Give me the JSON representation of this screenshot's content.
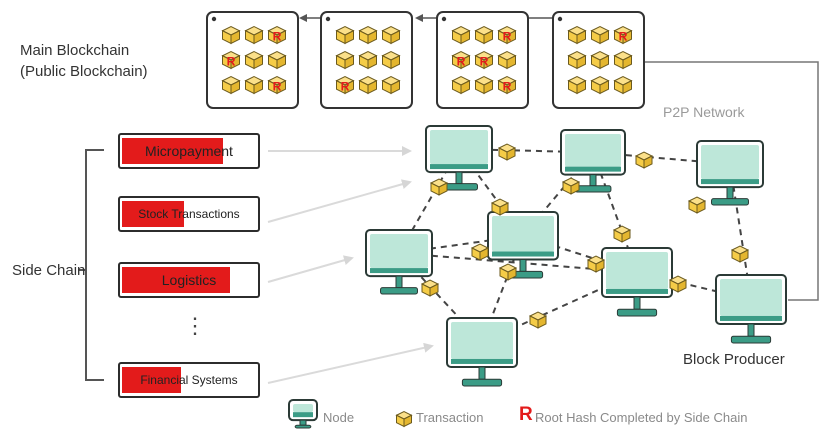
{
  "labels": {
    "main_chain": [
      "Main Blockchain",
      "(Public Blockchain)"
    ],
    "side_chain": "Side Chain",
    "p2p": "P2P Network",
    "producer": "Block Producer",
    "ellipsis": "⋮"
  },
  "side_chains": [
    {
      "label": "Micropayment",
      "fill_fraction": 0.73
    },
    {
      "label": "Stock Transactions",
      "fill_fraction": 0.45
    },
    {
      "label": "Logistics",
      "fill_fraction": 0.78
    },
    {
      "label": "Financial Systems",
      "fill_fraction": 0.43
    }
  ],
  "blocks": [
    {
      "cells": [
        "T",
        "T",
        "R",
        "R",
        "T",
        "T",
        "T",
        "T",
        "R"
      ]
    },
    {
      "cells": [
        "T",
        "T",
        "T",
        "T",
        "T",
        "T",
        "R",
        "T",
        "T"
      ]
    },
    {
      "cells": [
        "T",
        "T",
        "R",
        "R",
        "R",
        "T",
        "T",
        "T",
        "R"
      ]
    },
    {
      "cells": [
        "T",
        "T",
        "R",
        "T",
        "T",
        "T",
        "T",
        "T",
        "T"
      ]
    }
  ],
  "legend": {
    "node": "Node",
    "transaction": "Transaction",
    "root_letter": "R",
    "root": "Root Hash Completed by Side Chain"
  },
  "colors": {
    "accent_red": "#e31b1b",
    "node_screen": "#bde7d9",
    "node_stroke": "#2b3a36",
    "node_stand": "#3b9c86",
    "transaction_fill": "#f5cc47",
    "line_gray": "#dadada"
  }
}
